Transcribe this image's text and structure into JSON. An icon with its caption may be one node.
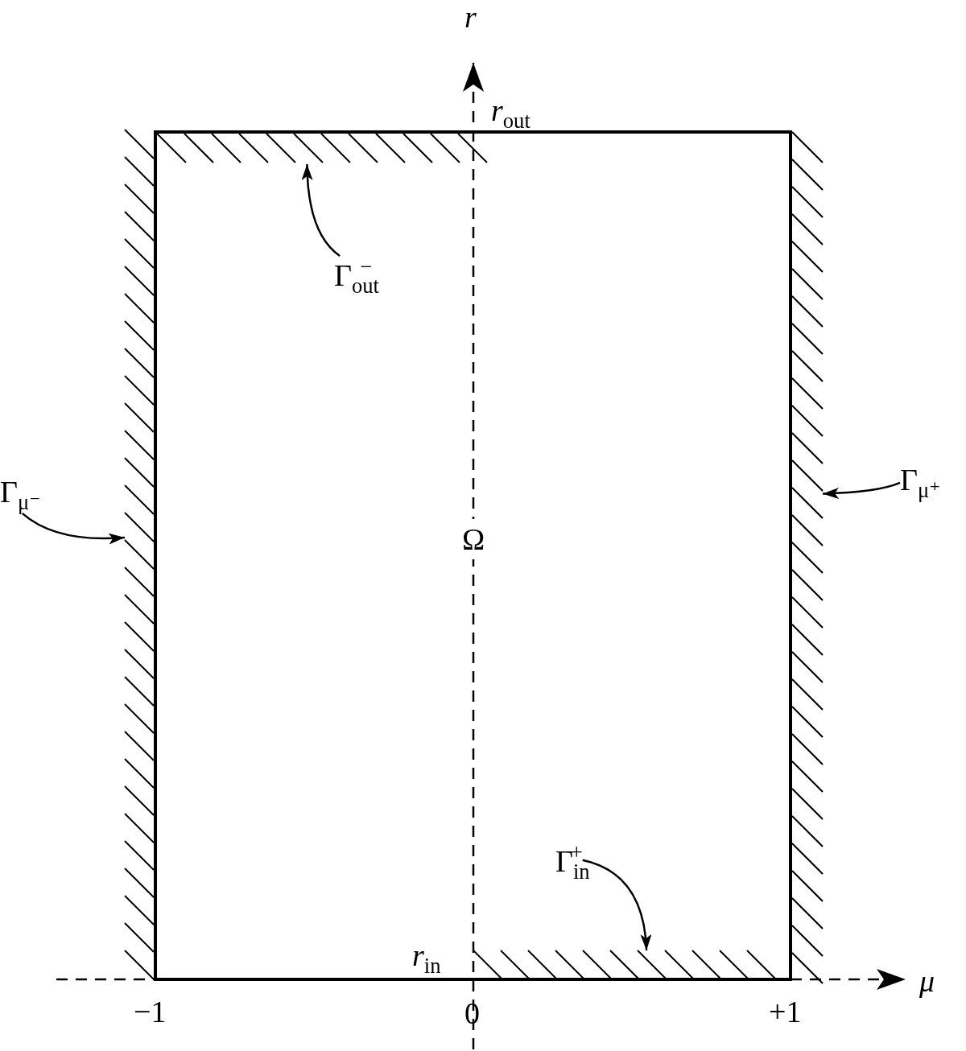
{
  "diagram": {
    "nodes": [
      {
        "text": [
          "Ω"
        ]
      },
      {
        "text": [
          "Γ$_{out}$$^{−}$"
        ],
        "in": 0
      },
      {
        "text": [
          "Γ$_{μ⁻}$"
        ]
      },
      {
        "text": [
          "Γ$_{μ⁺}$"
        ]
      },
      {
        "text": [
          "Γ$_{in}$$^{+}$"
        ],
        "in": 0
      },
      {
        "text": [],
        "shape": "bar",
        "in": 0
      },
      {
        "text": [],
        "shape": "bar"
      },
      {
        "text": [],
        "shape": "bar"
      },
      {
        "text": [],
        "shape": "bar",
        "in": 0
      }
    ],
    "edges": [
      {
        "from": 1,
        "to": 5,
        "arrow": "to"
      },
      {
        "from": 2,
        "to": 6,
        "arrow": "to"
      },
      {
        "from": 3,
        "to": 7,
        "arrow": "to"
      },
      {
        "from": 4,
        "to": 8,
        "arrow": "to"
      }
    ],
    "labels": [
      "r",
      "*r*$_{out}$",
      "*r*$_{in}$",
      "μ",
      "−1",
      "0",
      "+1"
    ]
  }
}
